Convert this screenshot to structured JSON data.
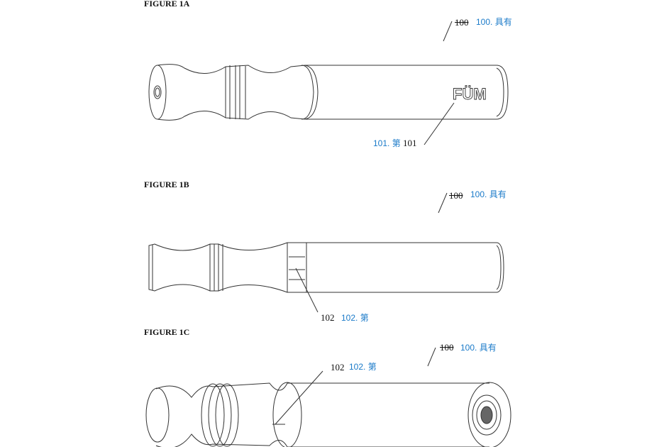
{
  "figures": [
    {
      "title": "FIGURE 1A",
      "refs": [
        {
          "num": "100",
          "annotation": "100. 具有"
        },
        {
          "num": "101",
          "annotation": "101. 第"
        }
      ],
      "logo": "FÜM"
    },
    {
      "title": "FIGURE 1B",
      "refs": [
        {
          "num": "100",
          "annotation": "100. 具有"
        },
        {
          "num": "102",
          "annotation": "102. 第"
        }
      ]
    },
    {
      "title": "FIGURE 1C",
      "refs": [
        {
          "num": "100",
          "annotation": "100. 具有"
        },
        {
          "num": "102",
          "annotation": "102. 第"
        }
      ]
    }
  ],
  "colors": {
    "annotation": "#1a7ac9",
    "line": "#333333"
  }
}
